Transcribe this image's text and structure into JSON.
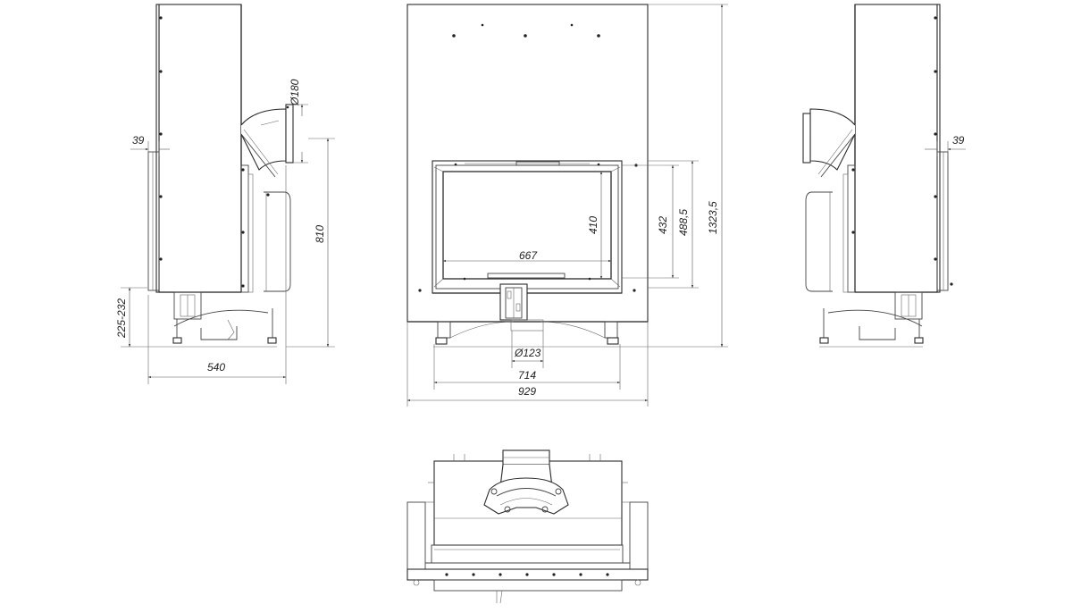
{
  "dimensions": {
    "left_flue_offset": "39",
    "left_flue_diameter": "Ø180",
    "left_height_to_flue": "810",
    "left_feet_range": "225-232",
    "left_depth": "540",
    "front_opening_width": "667",
    "front_glass_height": "410",
    "front_frame_height": "432",
    "front_outer_frame_height": "488,5",
    "front_total_height": "1323,5",
    "front_air_inlet": "Ø123",
    "front_base_width": "714",
    "front_total_width": "929",
    "right_flue_offset": "39"
  }
}
